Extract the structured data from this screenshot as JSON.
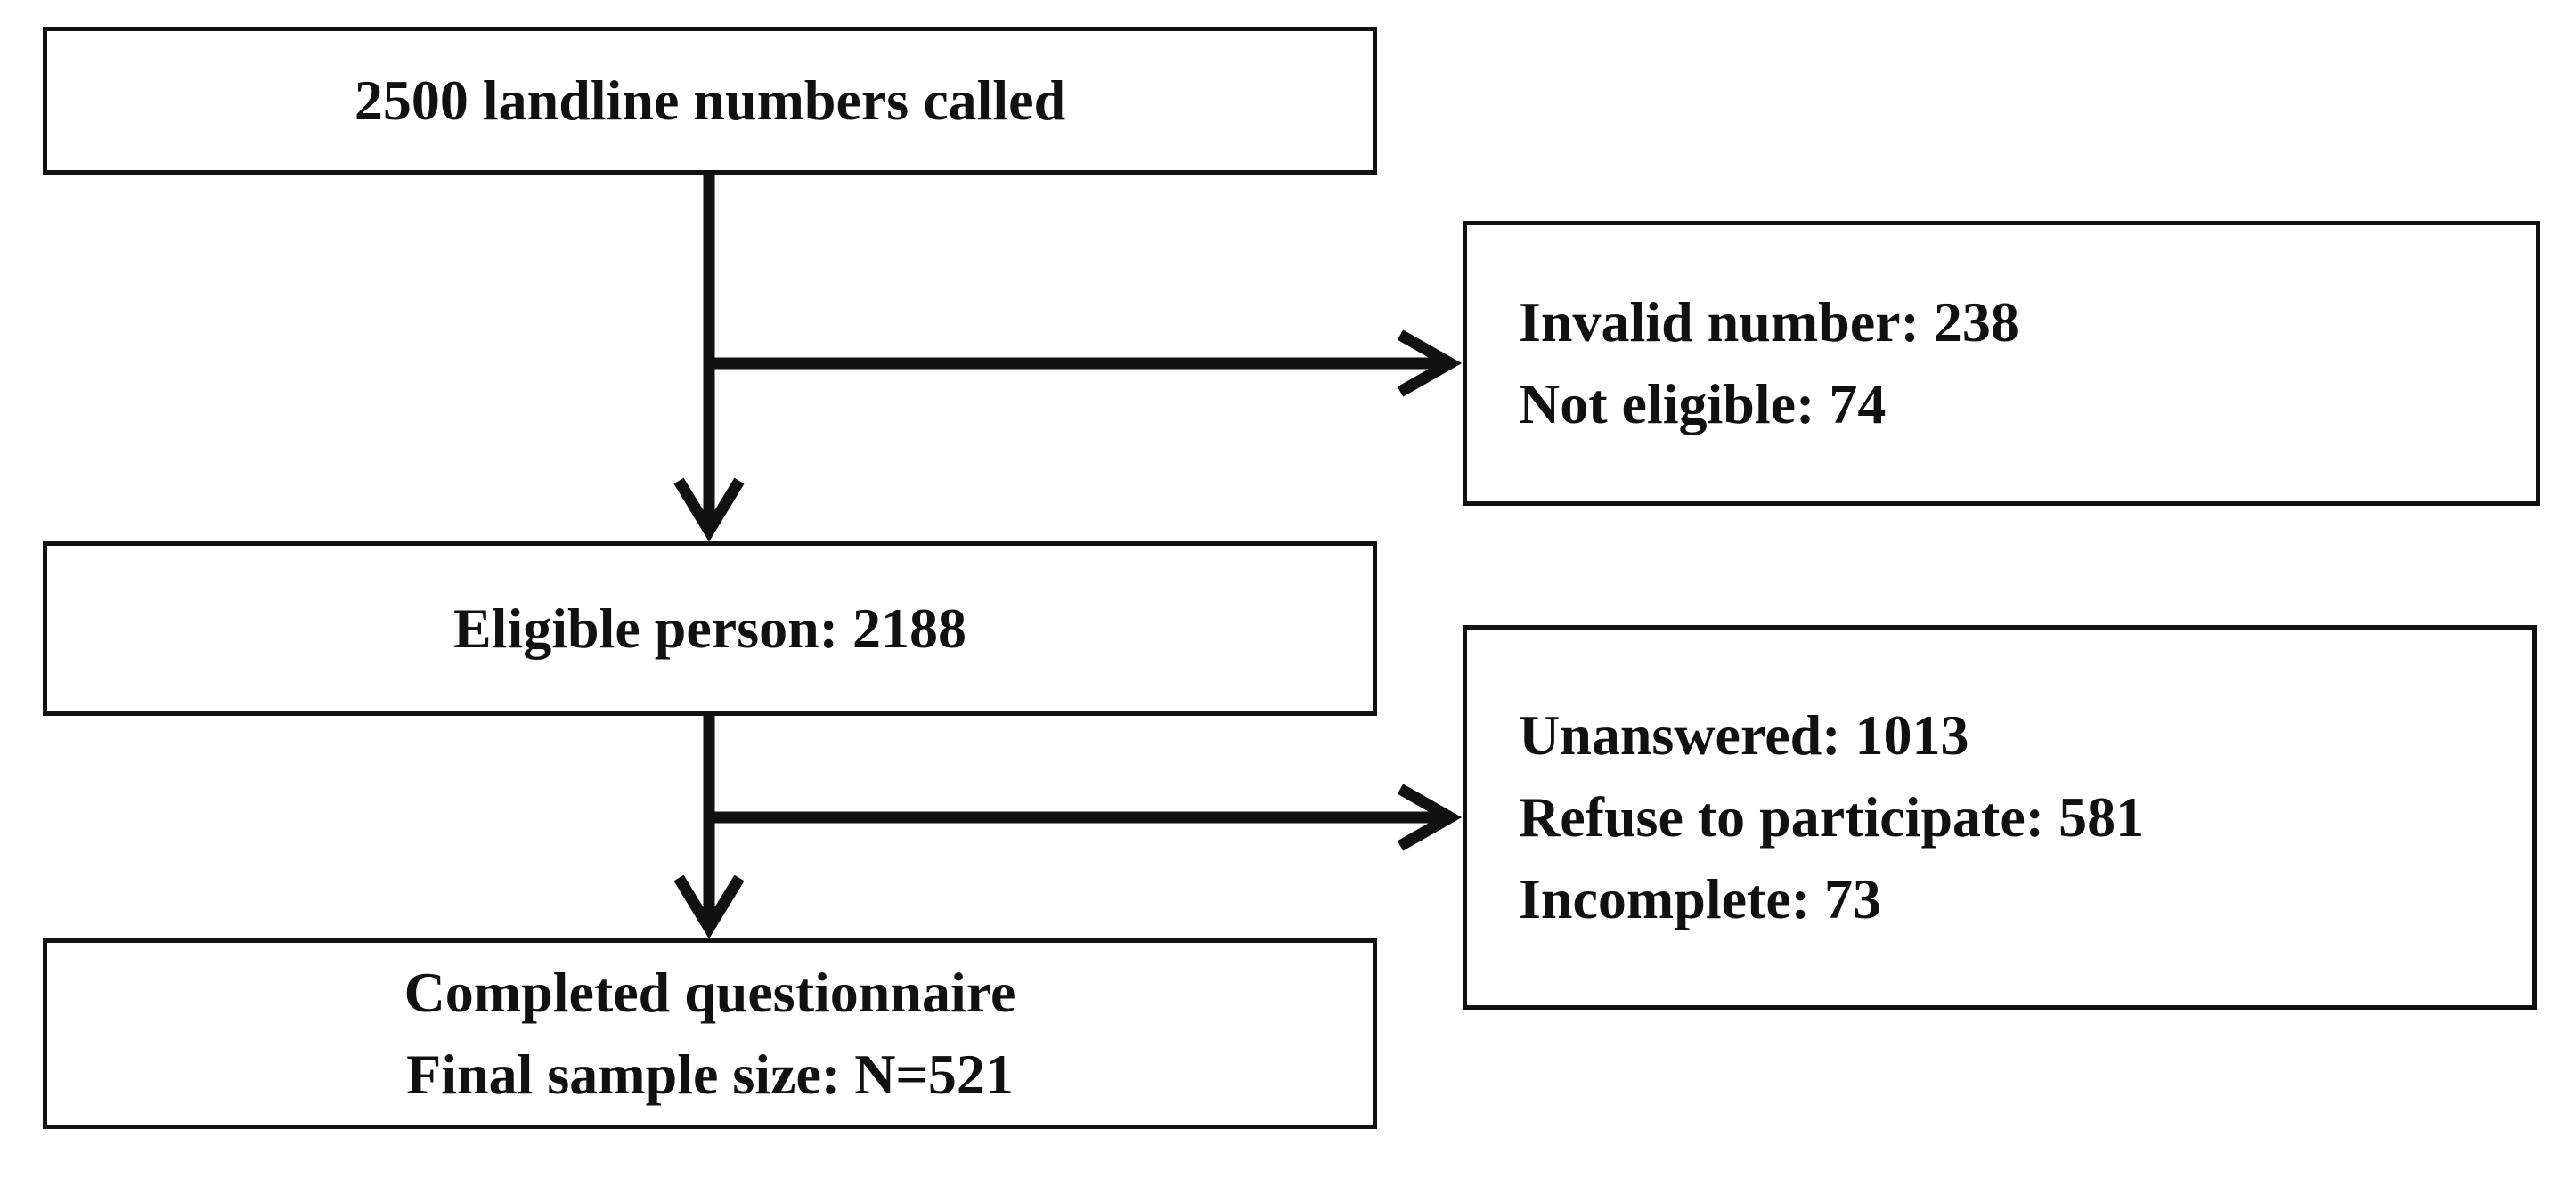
{
  "flowchart": {
    "boxes": [
      {
        "id": "calls",
        "lines": [
          "2500 landline numbers called"
        ]
      },
      {
        "id": "excluded_1",
        "lines": [
          "Invalid number: 238",
          "Not eligible: 74"
        ]
      },
      {
        "id": "eligible",
        "lines": [
          "Eligible person: 2188"
        ]
      },
      {
        "id": "excluded_2",
        "lines": [
          "Unanswered: 1013",
          "Refuse to participate: 581",
          "Incomplete: 73"
        ]
      },
      {
        "id": "final",
        "lines": [
          "Completed questionnaire",
          "Final sample size: N=521"
        ]
      }
    ],
    "colors": {
      "stroke": "#111111",
      "background": "#ffffff",
      "text": "#111111"
    }
  }
}
